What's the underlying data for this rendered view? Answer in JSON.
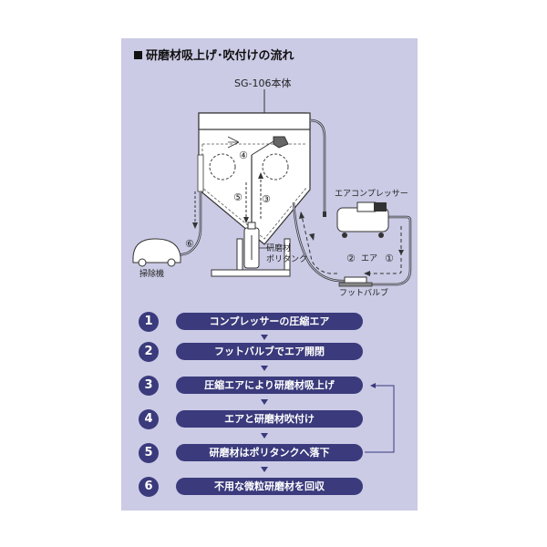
{
  "title": "研磨材吸上げ･吹付けの流れ",
  "diagram": {
    "main_unit": "SG-106本体",
    "air_compressor": "エアコンプレッサー",
    "foot_valve": "フットバルブ",
    "vacuum": "掃除機",
    "abrasive_tank_line1": "研磨材",
    "abrasive_tank_line2": "ポリタンク",
    "air": "エア",
    "markers": {
      "m1": "①",
      "m2": "②",
      "m3": "③",
      "m4": "④",
      "m5": "⑤",
      "m6": "⑥"
    }
  },
  "steps": [
    {
      "num": "1",
      "label": "コンプレッサーの圧縮エア"
    },
    {
      "num": "2",
      "label": "フットバルブでエア開閉"
    },
    {
      "num": "3",
      "label": "圧縮エアにより研磨材吸上げ"
    },
    {
      "num": "4",
      "label": "エアと研磨材吹付け"
    },
    {
      "num": "5",
      "label": "研磨材はポリタンクへ落下"
    },
    {
      "num": "6",
      "label": "不用な微粒研磨材を回収"
    }
  ],
  "colors": {
    "panel": "#cbcbe6",
    "step_fill": "#3a3a7c",
    "step_text": "#ffffff",
    "unit_fill": "#ffffff",
    "line": "#333333"
  }
}
